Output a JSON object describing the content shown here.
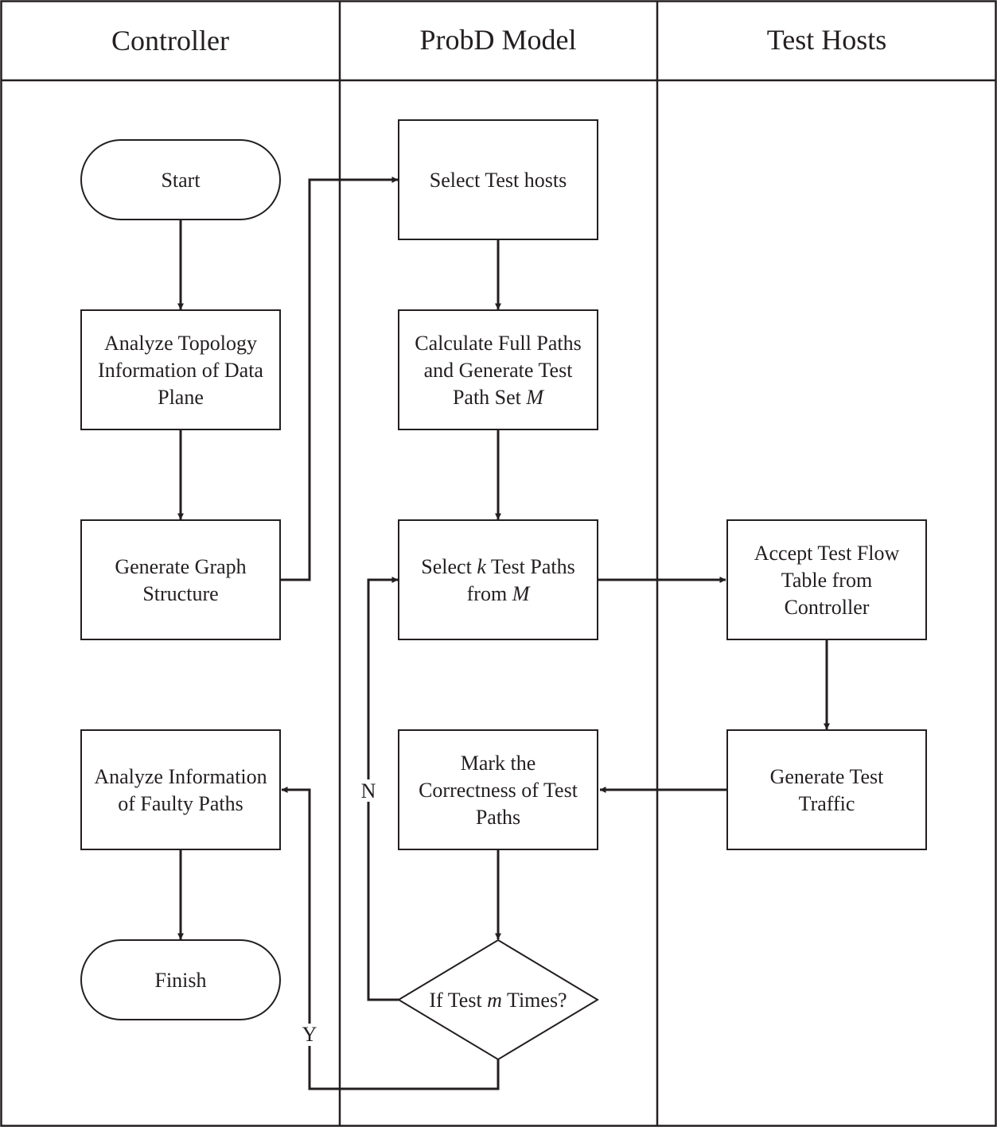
{
  "lanes": [
    {
      "id": "controller",
      "title": "Controller"
    },
    {
      "id": "probd",
      "title": "ProbD Model"
    },
    {
      "id": "hosts",
      "title": "Test Hosts"
    }
  ],
  "nodes": [
    {
      "id": "start",
      "lane": "controller",
      "shape": "terminal",
      "lines": [
        [
          {
            "t": "Start"
          }
        ]
      ]
    },
    {
      "id": "analyze-topology",
      "lane": "controller",
      "shape": "process",
      "lines": [
        [
          {
            "t": "Analyze Topology"
          }
        ],
        [
          {
            "t": "Information of Data"
          }
        ],
        [
          {
            "t": "Plane"
          }
        ]
      ]
    },
    {
      "id": "generate-graph",
      "lane": "controller",
      "shape": "process",
      "lines": [
        [
          {
            "t": "Generate Graph"
          }
        ],
        [
          {
            "t": "Structure"
          }
        ]
      ]
    },
    {
      "id": "analyze-faulty",
      "lane": "controller",
      "shape": "process",
      "lines": [
        [
          {
            "t": "Analyze Information"
          }
        ],
        [
          {
            "t": "of Faulty Paths"
          }
        ]
      ]
    },
    {
      "id": "finish",
      "lane": "controller",
      "shape": "terminal",
      "lines": [
        [
          {
            "t": "Finish"
          }
        ]
      ]
    },
    {
      "id": "select-hosts",
      "lane": "probd",
      "shape": "process",
      "lines": [
        [
          {
            "t": "Select Test hosts"
          }
        ]
      ]
    },
    {
      "id": "calculate-paths",
      "lane": "probd",
      "shape": "process",
      "lines": [
        [
          {
            "t": "Calculate Full Paths"
          }
        ],
        [
          {
            "t": "and Generate Test"
          }
        ],
        [
          {
            "t": "Path Set "
          },
          {
            "t": "M",
            "i": true
          }
        ]
      ]
    },
    {
      "id": "select-k-paths",
      "lane": "probd",
      "shape": "process",
      "lines": [
        [
          {
            "t": "Select "
          },
          {
            "t": "k",
            "i": true
          },
          {
            "t": " Test Paths"
          }
        ],
        [
          {
            "t": "from "
          },
          {
            "t": "M",
            "i": true
          }
        ]
      ]
    },
    {
      "id": "mark-correctness",
      "lane": "probd",
      "shape": "process",
      "lines": [
        [
          {
            "t": "Mark the"
          }
        ],
        [
          {
            "t": "Correctness of Test"
          }
        ],
        [
          {
            "t": "Paths"
          }
        ]
      ]
    },
    {
      "id": "if-test-m-times",
      "lane": "probd",
      "shape": "decision",
      "lines": [
        [
          {
            "t": "If Test "
          },
          {
            "t": "m",
            "i": true
          },
          {
            "t": " Times?"
          }
        ]
      ]
    },
    {
      "id": "accept-flow-table",
      "lane": "hosts",
      "shape": "process",
      "lines": [
        [
          {
            "t": "Accept Test Flow"
          }
        ],
        [
          {
            "t": "Table from"
          }
        ],
        [
          {
            "t": "Controller"
          }
        ]
      ]
    },
    {
      "id": "generate-traffic",
      "lane": "hosts",
      "shape": "process",
      "lines": [
        [
          {
            "t": "Generate Test"
          }
        ],
        [
          {
            "t": "Traffic"
          }
        ]
      ]
    }
  ],
  "edges": [
    {
      "from": "start",
      "to": "analyze-topology",
      "label": ""
    },
    {
      "from": "analyze-topology",
      "to": "generate-graph",
      "label": ""
    },
    {
      "from": "generate-graph",
      "to": "select-hosts",
      "label": ""
    },
    {
      "from": "select-hosts",
      "to": "calculate-paths",
      "label": ""
    },
    {
      "from": "calculate-paths",
      "to": "select-k-paths",
      "label": ""
    },
    {
      "from": "select-k-paths",
      "to": "accept-flow-table",
      "label": ""
    },
    {
      "from": "accept-flow-table",
      "to": "generate-traffic",
      "label": ""
    },
    {
      "from": "generate-traffic",
      "to": "mark-correctness",
      "label": ""
    },
    {
      "from": "mark-correctness",
      "to": "if-test-m-times",
      "label": ""
    },
    {
      "from": "if-test-m-times",
      "to": "select-k-paths",
      "label": "N"
    },
    {
      "from": "if-test-m-times",
      "to": "analyze-faulty",
      "label": "Y"
    },
    {
      "from": "analyze-faulty",
      "to": "finish",
      "label": ""
    }
  ],
  "colors": {
    "line": "#231f20",
    "fill": "#ffffff"
  }
}
